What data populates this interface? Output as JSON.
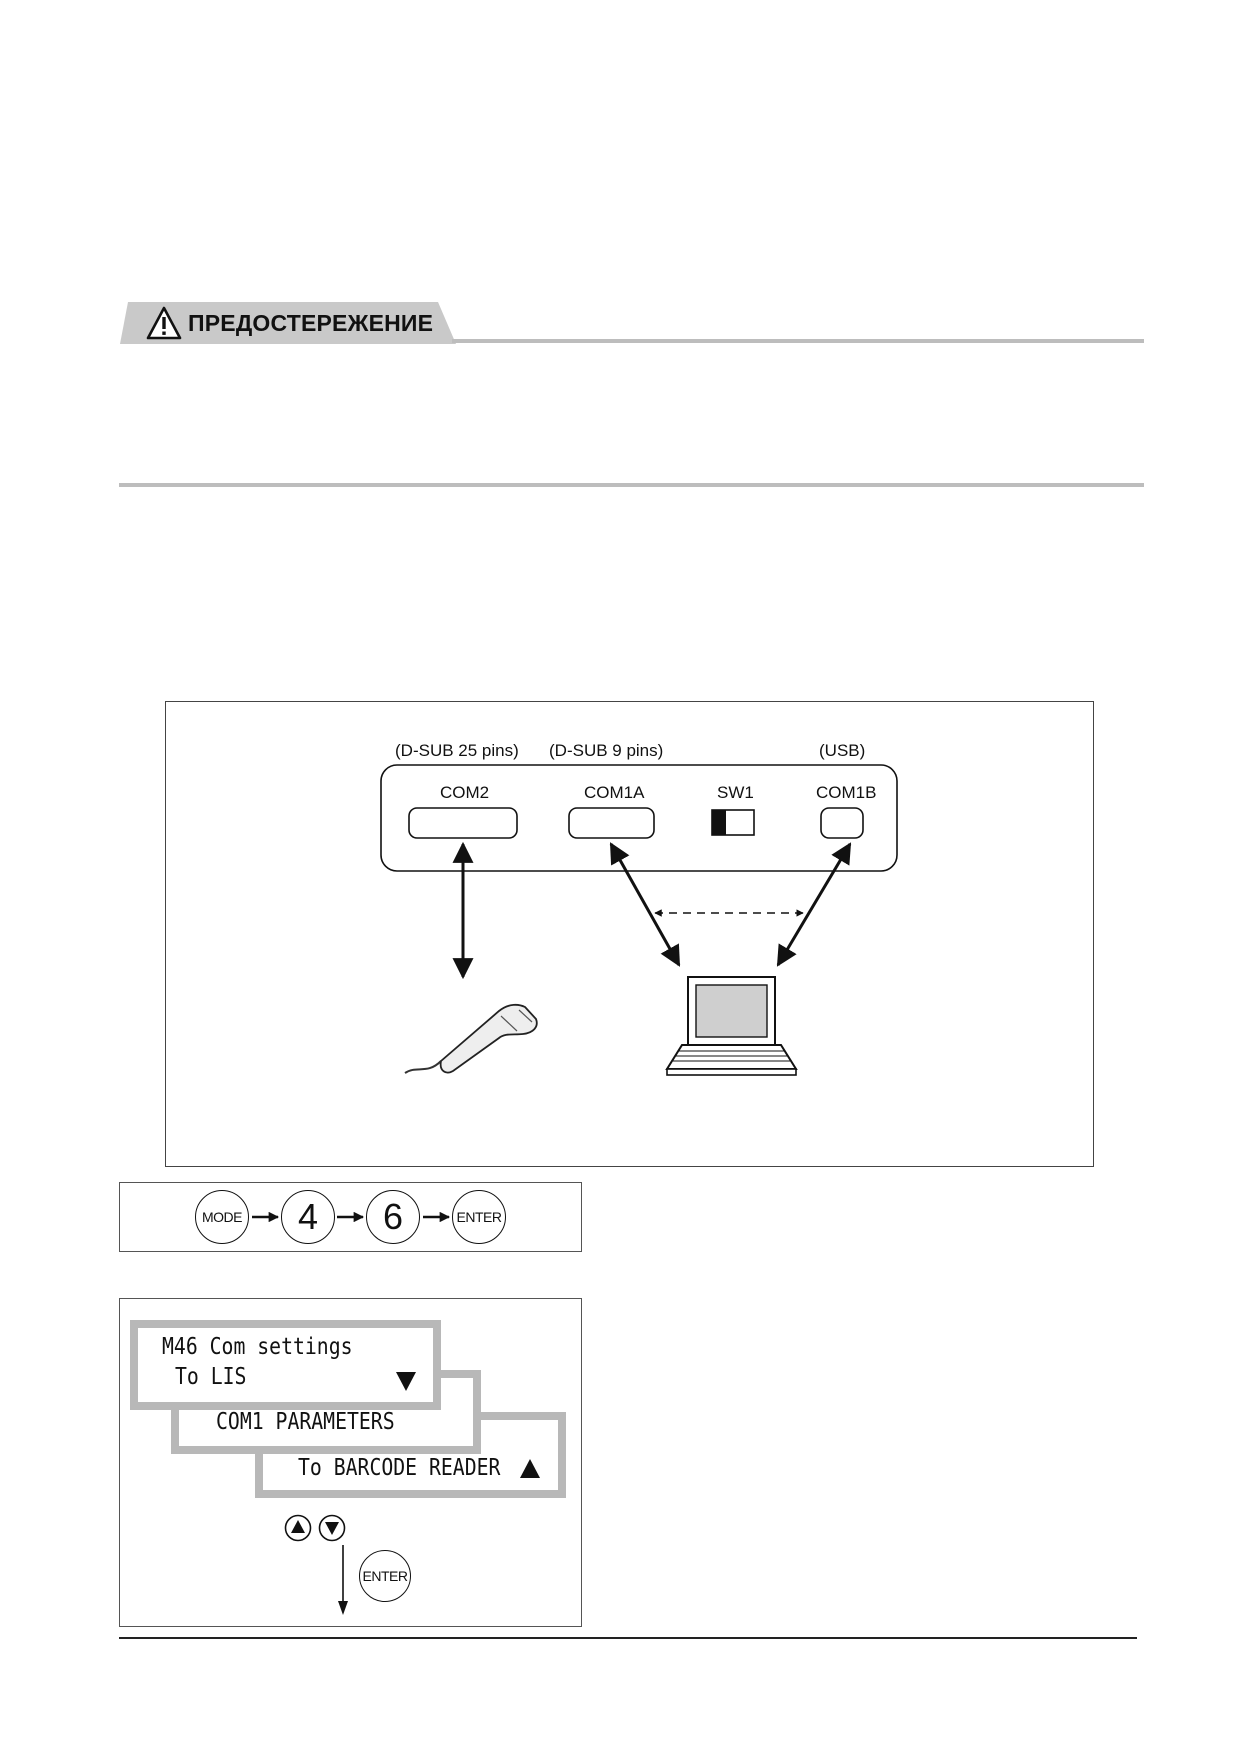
{
  "caution": {
    "title": "ПРЕДОСТЕРЕЖЕНИЕ",
    "icon": "warning-triangle-icon"
  },
  "connection_diagram": {
    "connector_types": {
      "com2": "(D-SUB 25 pins)",
      "com1a": "(D-SUB 9 pins)",
      "com1b": "(USB)"
    },
    "port_labels": {
      "com2": "COM2",
      "com1a": "COM1A",
      "sw1": "SW1",
      "com1b": "COM1B"
    },
    "devices": [
      "barcode-scanner-icon",
      "laptop-icon"
    ]
  },
  "key_sequence": {
    "keys": [
      "MODE",
      "4",
      "6",
      "ENTER"
    ]
  },
  "lcd_screens": {
    "screen1_line1": "M46 Com settings",
    "screen1_line2": "To LIS",
    "screen2_line1": "COM1 PARAMETERS",
    "screen3_line1": "To BARCODE READER",
    "nav_enter_key": "ENTER"
  }
}
